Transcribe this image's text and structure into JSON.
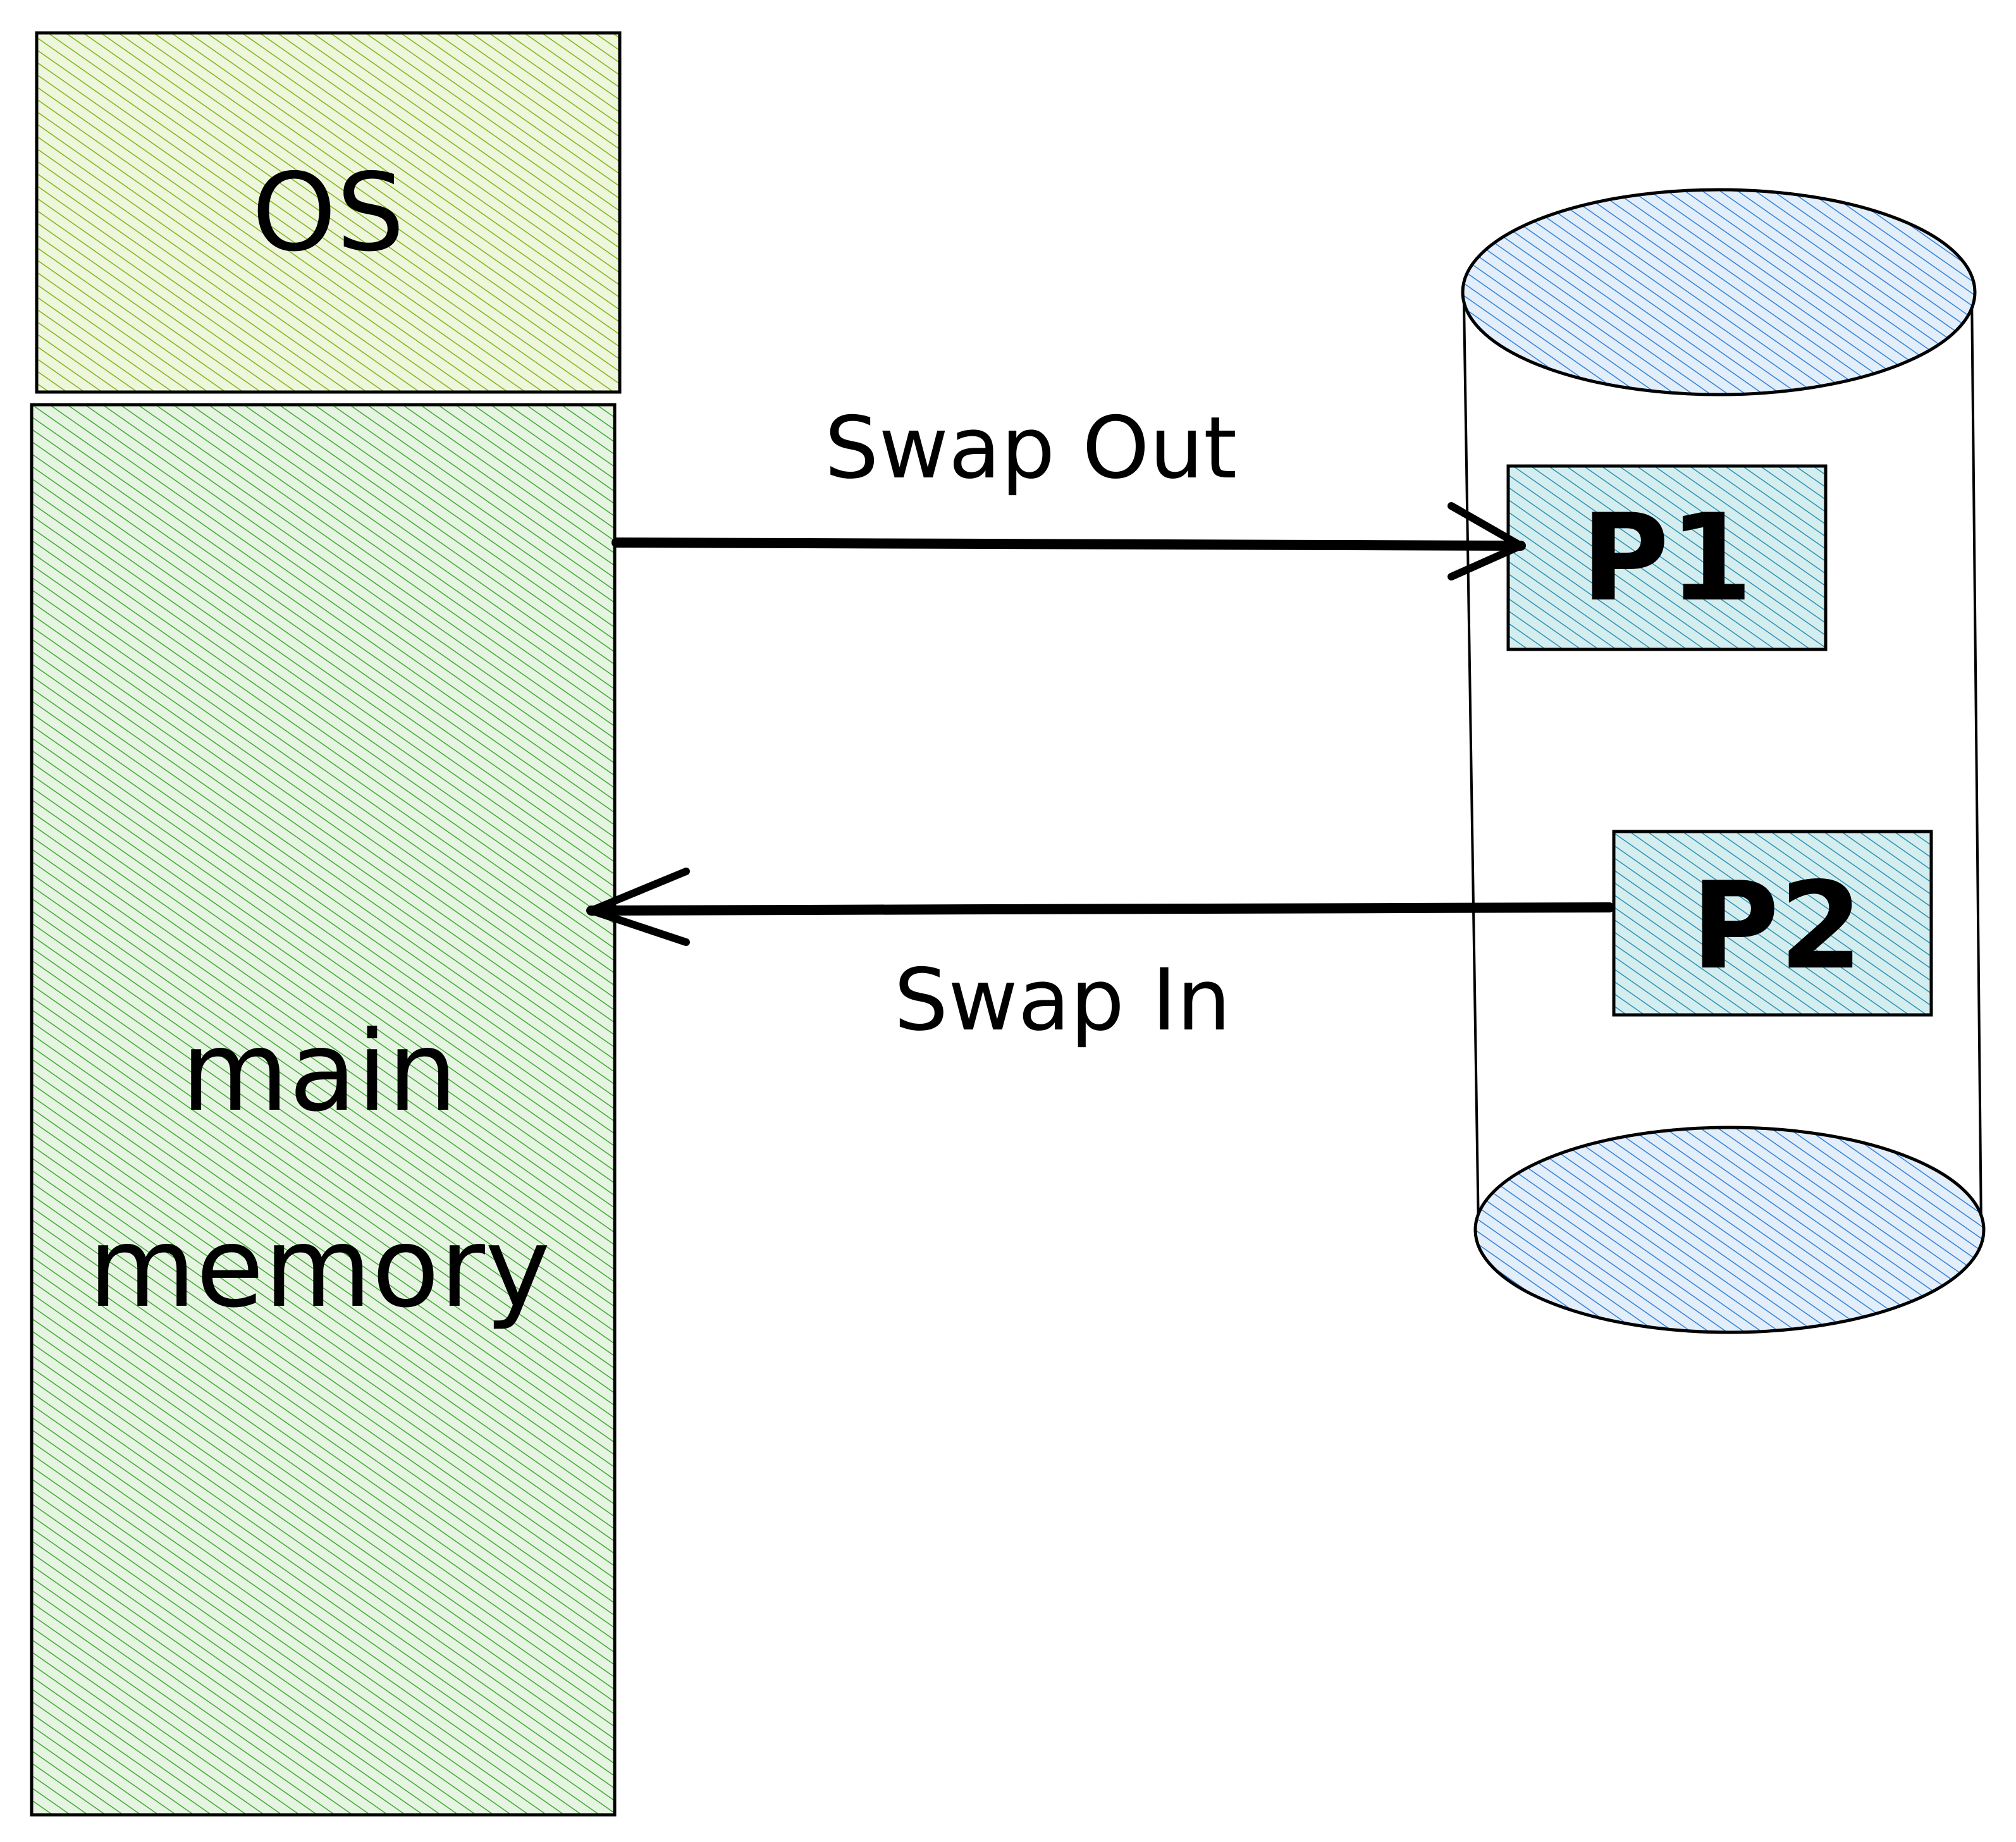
{
  "colors": {
    "os_hatch": "#7cb518",
    "memory_hatch": "#40a832",
    "disk_hatch": "#2f7fd6",
    "process_hatch": "#2b8fb3",
    "process_fill": "#d4eef0",
    "stroke": "#000000"
  },
  "memory": {
    "os_label": "OS",
    "main_label_line1": "main",
    "main_label_line2": "memory"
  },
  "disk": {
    "p1_label": "P1",
    "p2_label": "P2"
  },
  "arrows": {
    "swap_out_label": "Swap Out",
    "swap_in_label": "Swap In"
  }
}
